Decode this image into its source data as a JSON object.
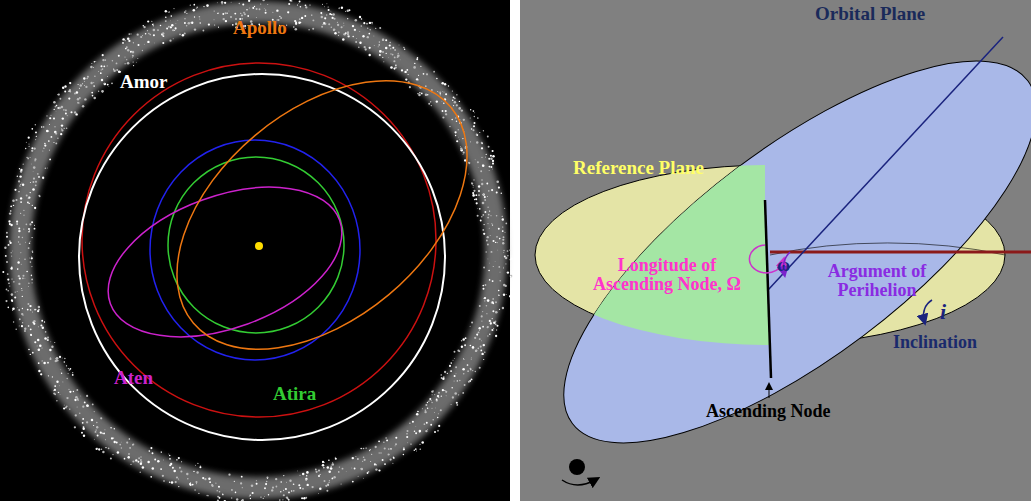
{
  "diagram": {
    "labels": [
      "Apollo",
      "Amor",
      "Aten",
      "Atira",
      "Orbital Plane",
      "Reference Plane",
      "Longitude of Ascending Node, Ω",
      "ω",
      "Argument of Perihelion",
      "i",
      "Inclination",
      "Ascending Node"
    ]
  }
}
